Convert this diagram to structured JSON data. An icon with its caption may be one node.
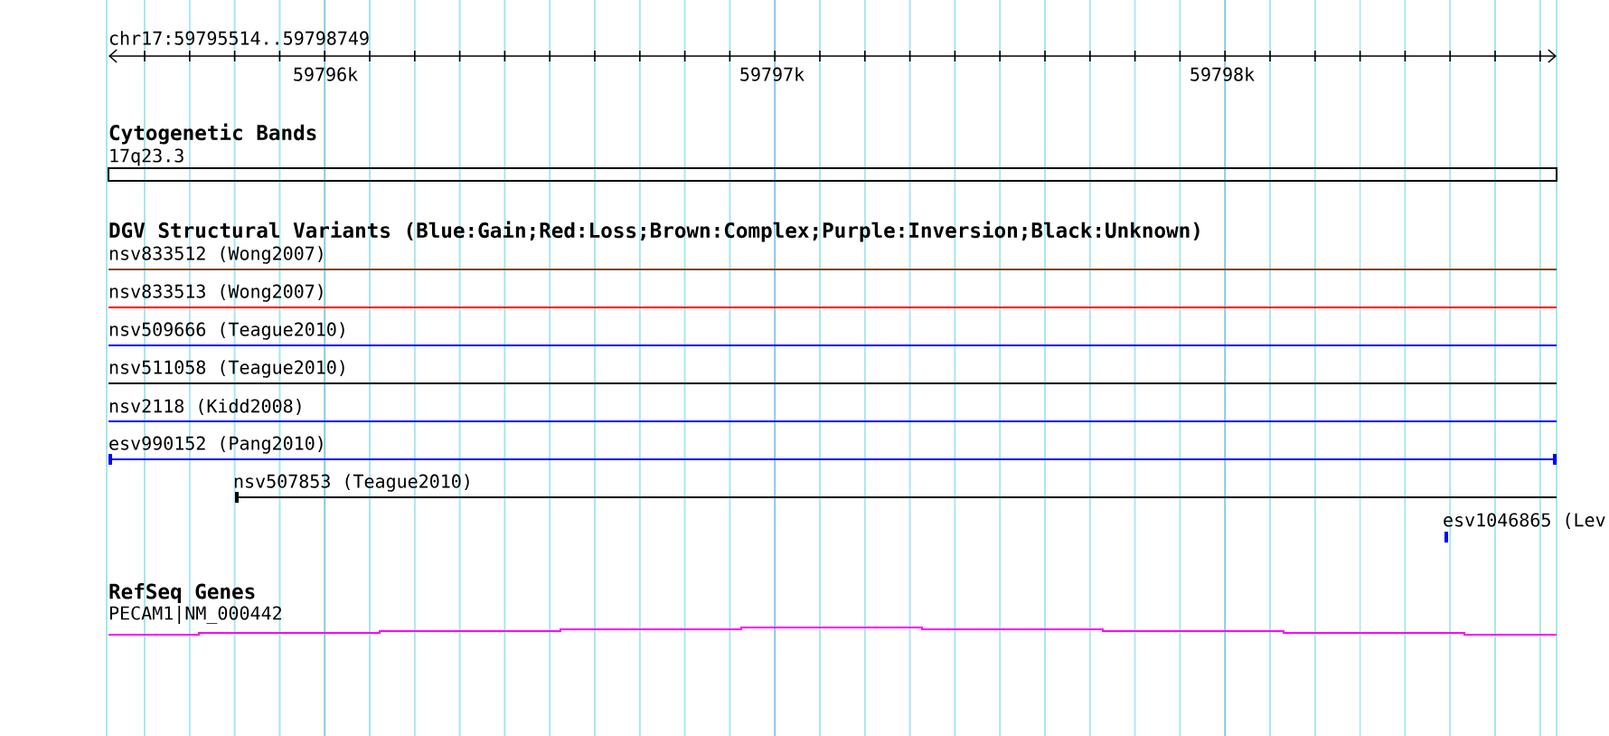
{
  "diagram": {
    "nodes": [
      {
        "text": [
          "17q23.3"
        ]
      },
      {
        "text": [
          "nsv833512 (Wong2007)"
        ]
      },
      {
        "text": [
          "nsv833513 (Wong2007)"
        ]
      },
      {
        "text": [
          "nsv509666 (Teague2010)"
        ]
      },
      {
        "text": [
          "nsv511058 (Teague2010)"
        ]
      },
      {
        "text": [
          "nsv2118 (Kidd2008)"
        ]
      },
      {
        "text": [
          "esv990152 (Pang2010)"
        ]
      },
      {
        "text": [
          "nsv507853 (Teague2010)"
        ]
      },
      {
        "text": [
          "esv1046865 (Lev"
        ]
      },
      {
        "text": [
          "PECAM1|NM_000442"
        ]
      }
    ],
    "labels": [
      "chr17:59795514..59798749",
      "59796k",
      "59797k",
      "59798k",
      "Cytogenetic Bands",
      "DGV Structural Variants (Blue:Gain;Red:Loss;Brown:Complex;Purple:Inversion;Black:Unknown)",
      "RefSeq Genes"
    ]
  }
}
